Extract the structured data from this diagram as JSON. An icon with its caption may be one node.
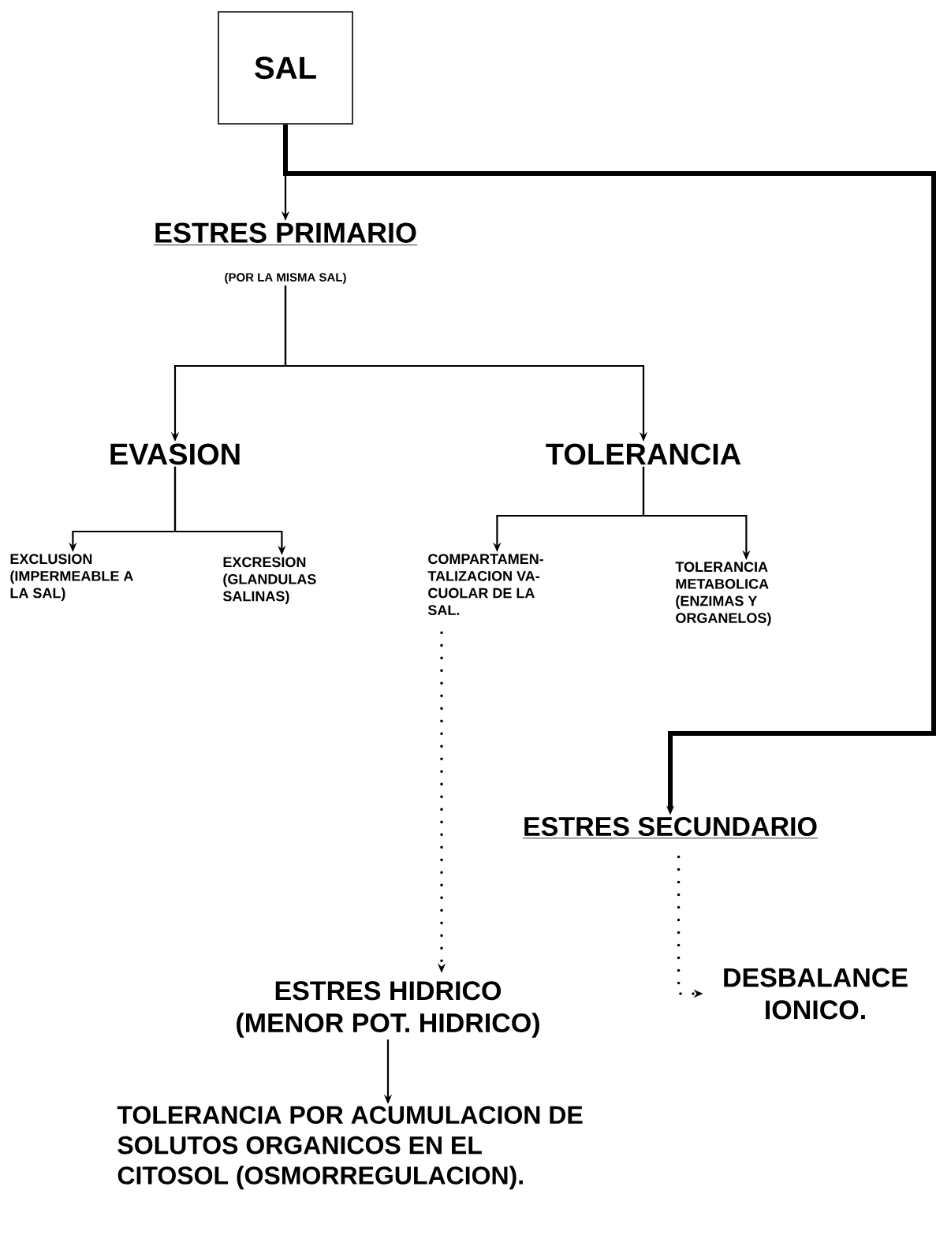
{
  "diagram": {
    "nodes": [
      {
        "text": [
          "SAL"
        ]
      },
      {
        "text": [
          "ESTRES PRIMARIO",
          "(POR LA MISMA SAL)"
        ]
      },
      {
        "text": [
          "EVASION"
        ]
      },
      {
        "text": [
          "TOLERANCIA"
        ]
      },
      {
        "text": [
          "EXCLUSION (IMPERMEABLE A LA SAL)"
        ]
      },
      {
        "text": [
          "EXCRESION (GLANDULAS SALINAS)"
        ]
      },
      {
        "text": [
          "COMPARTAMEN- TALIZACION VA- CUOLAR DE LA SAL."
        ]
      },
      {
        "text": [
          "TOLERANCIA METABOLICA (ENZIMAS Y ORGANELOS)"
        ]
      },
      {
        "text": [
          "ESTRES SECUNDARIO"
        ]
      },
      {
        "text": [
          "ESTRES HIDRICO",
          "(MENOR POT. HIDRICO)"
        ]
      },
      {
        "text": [
          "DESBALANCE IONICO."
        ]
      },
      {
        "text": [
          "TOLERANCIA POR ACUMULACION DE SOLUTOS ORGANICOS EN EL CITOSOL (OSMORREGULACION)."
        ]
      }
    ],
    "edges": [
      {
        "from": 0,
        "to": 1,
        "arrow": "to"
      },
      {
        "from": 0,
        "to": 8,
        "arrow": "to",
        "style": "thick"
      },
      {
        "from": 1,
        "to": 2,
        "arrow": "to"
      },
      {
        "from": 1,
        "to": 3,
        "arrow": "to"
      },
      {
        "from": 2,
        "to": 4,
        "arrow": "to"
      },
      {
        "from": 2,
        "to": 5,
        "arrow": "to"
      },
      {
        "from": 3,
        "to": 6,
        "arrow": "to"
      },
      {
        "from": 3,
        "to": 7,
        "arrow": "to"
      },
      {
        "from": 6,
        "to": 9,
        "arrow": "to",
        "style": "dashed"
      },
      {
        "from": 8,
        "to": 10,
        "arrow": "to",
        "style": "dashed"
      },
      {
        "from": 9,
        "to": 11,
        "arrow": "to"
      }
    ]
  }
}
